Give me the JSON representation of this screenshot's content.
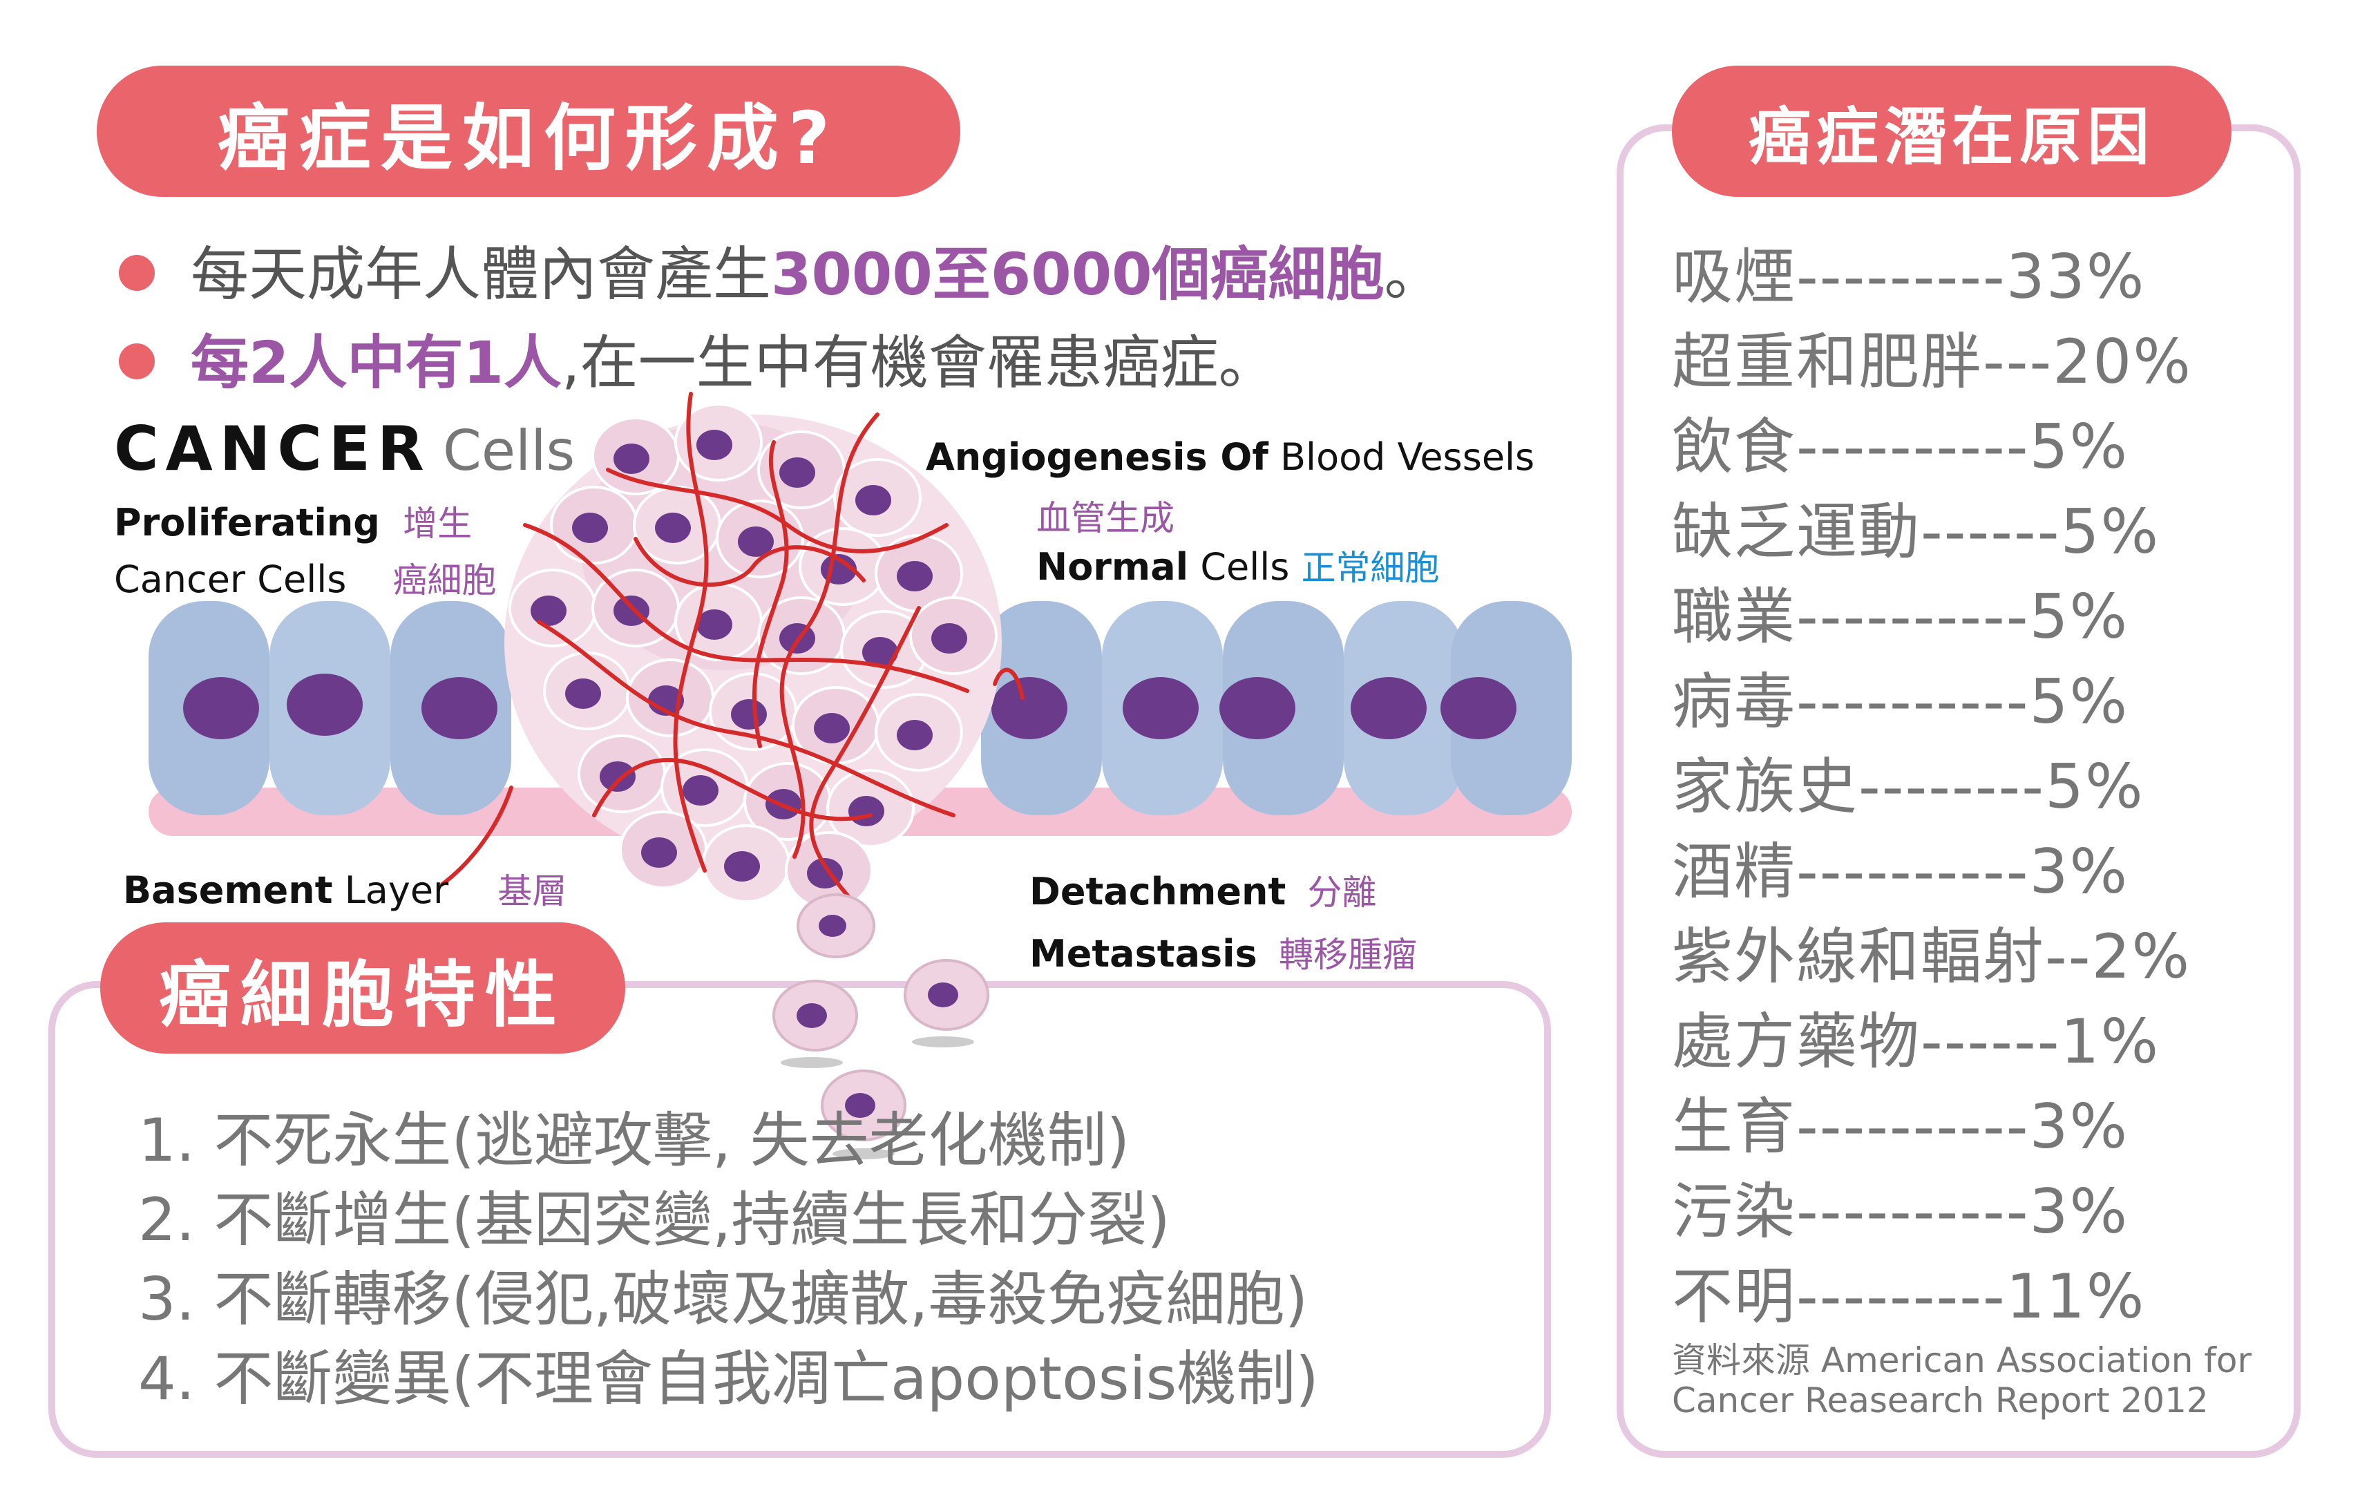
{
  "formation": {
    "title": "癌症是如何形成?",
    "line1": {
      "prefix": "每天成年人體內會產生",
      "highlight": "3000至6000個癌細胞",
      "suffix": "。"
    },
    "line2": {
      "highlight": "每2人中有1人",
      "suffix": ",在一生中有機會罹患癌症。"
    }
  },
  "illustration": {
    "cancer_cells": {
      "big": "CANCER",
      "small": "Cells"
    },
    "proliferating": {
      "en": "Proliferating",
      "zh": "增生"
    },
    "cancer_cells_label": {
      "en": "Cancer Cells",
      "zh": "癌細胞"
    },
    "angiogenesis": {
      "en_bold": "Angiogenesis Of",
      "en": "Blood Vessels",
      "zh": "血管生成"
    },
    "normal_cells": {
      "en_bold": "Normal",
      "en": "Cells",
      "zh": "正常細胞"
    },
    "basement": {
      "en_bold": "Basement",
      "en": "Layer",
      "zh": "基層"
    },
    "detachment": {
      "en": "Detachment",
      "zh": "分離"
    },
    "metastasis": {
      "en": "Metastasis",
      "zh": "轉移腫瘤"
    }
  },
  "traits": {
    "title": "癌細胞特性",
    "items": [
      "1. 不死永生(逃避攻擊,        失去老化機制)",
      "2. 不斷增生(基因突變,持續生長和分裂)",
      "3. 不斷轉移(侵犯,破壞及擴散,毒殺免疫細胞)",
      "4. 不斷變異(不理會自我凋亡apoptosis機制)"
    ]
  },
  "causes": {
    "title": "癌症潛在原因",
    "items": [
      "吸煙---------33%",
      "超重和肥胖---20%",
      "飲食----------5%",
      "缺乏運動------5%",
      "職業----------5%",
      "病毒----------5%",
      "家族史--------5%",
      "酒精----------3%",
      "紫外線和輻射--2%",
      "處方藥物------1%",
      "生育----------3%",
      "污染----------3%",
      "不明---------11%"
    ],
    "source_line1": "資料來源 American Association for",
    "source_line2": "Cancer Reasearch Report 2012"
  },
  "colors": {
    "accent": "#e9656b",
    "purple": "#9b56a6",
    "border": "#e7c8e1",
    "vessel": "#d42a2a",
    "normal_cell": "#a9bedc",
    "nucleus": "#6b3a8a"
  }
}
